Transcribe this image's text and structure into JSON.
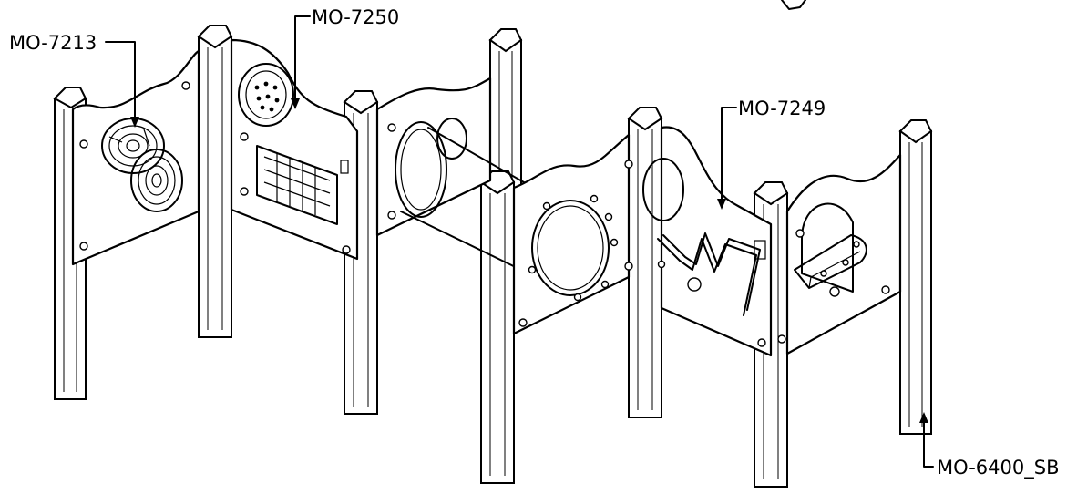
{
  "callouts": {
    "mo7213": "MO-7213",
    "mo7250": "MO-7250",
    "mo7249": "MO-7249",
    "mo6400": "MO-6400_SB"
  }
}
